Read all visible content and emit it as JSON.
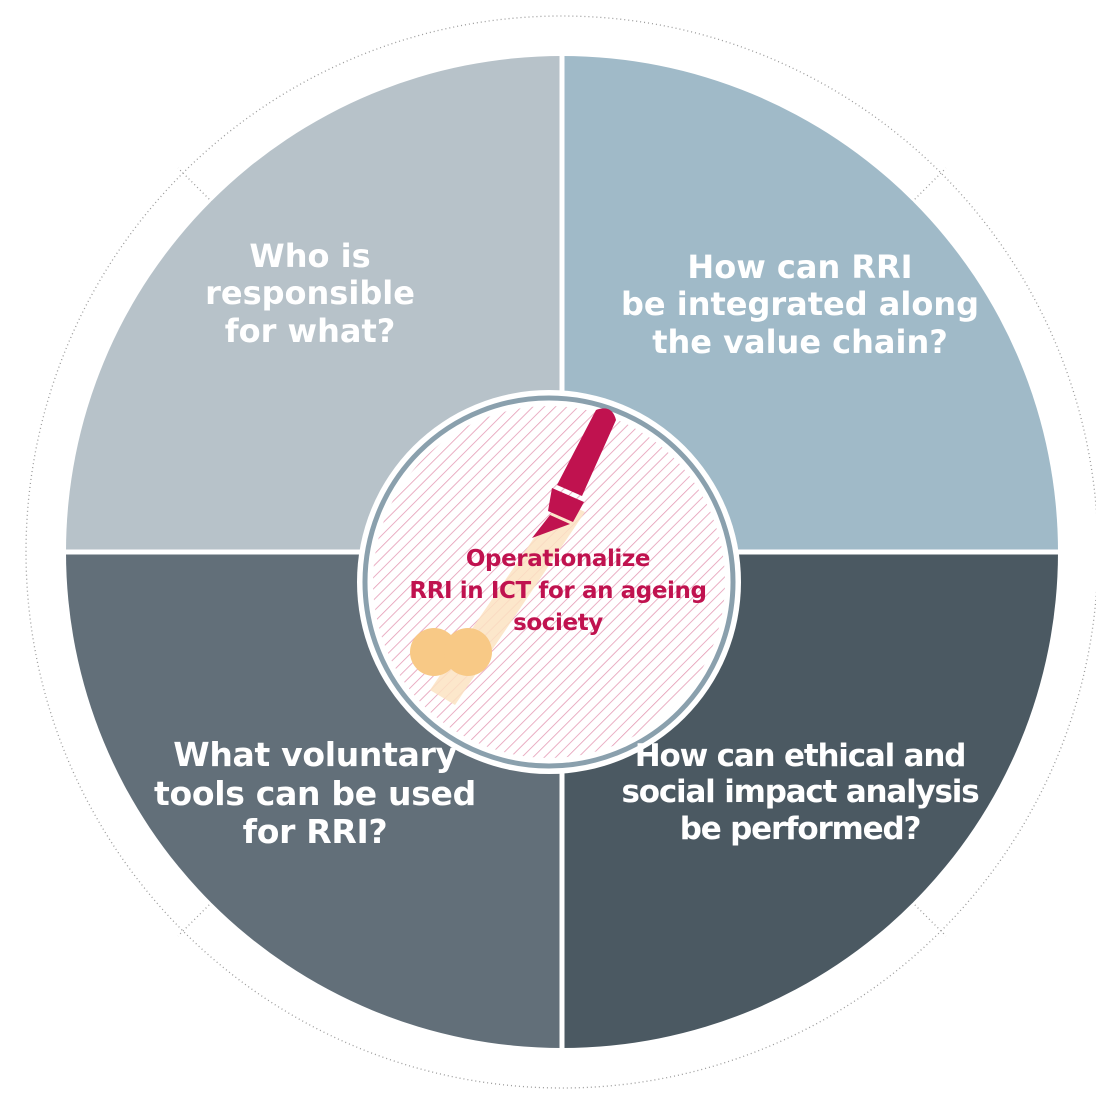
{
  "diagram": {
    "center": {
      "label": "Operationalize\nRRI in ICT for an ageing\nsociety",
      "icon": "pen-icon"
    },
    "quadrants": {
      "top_left": "Who is\nresponsible\nfor what?",
      "top_right": "How can RRI\nbe integrated along\nthe value chain?",
      "bottom_left": "What voluntary\ntools can be used\nfor RRI?",
      "bottom_right": "How can ethical and\nsocial impact analysis\nbe performed?"
    },
    "colors": {
      "top_left": "#b7c2c9",
      "top_right": "#a0bac8",
      "bottom_left": "#626f79",
      "bottom_right": "#4b5962",
      "accent": "#c0124f",
      "pen_base": "#f8c986",
      "ring": "#8aa0ad"
    }
  }
}
